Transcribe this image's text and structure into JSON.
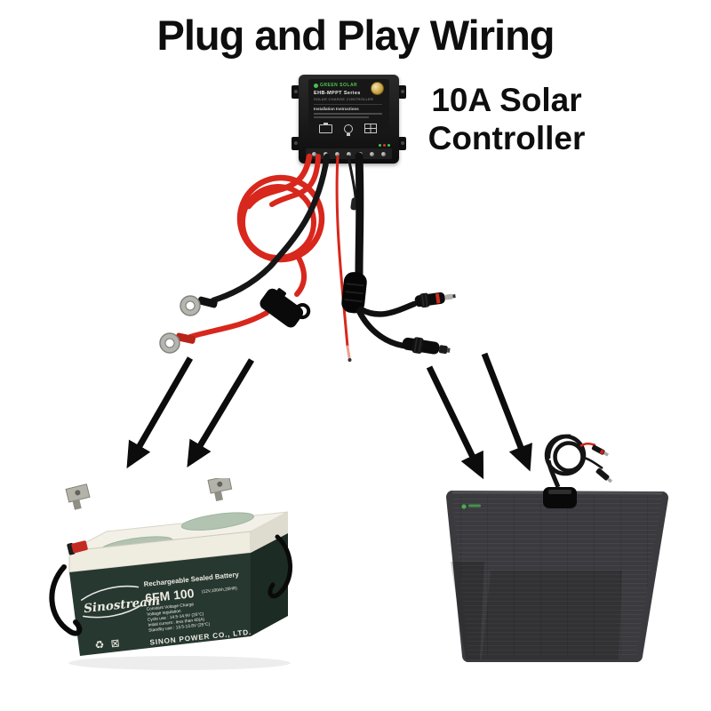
{
  "title": "Plug and Play Wiring",
  "controller": {
    "heading": "10A Solar Controller",
    "brand": "GREEN SOLAR",
    "model": "EHB-MPPT Series",
    "subtitle": "SOLAR CHARGE CONTROLLER",
    "instructions": "Installation Instructions"
  },
  "battery": {
    "brand": "Sinostream",
    "heading": "Rechargeable Sealed Battery",
    "model": "6FM 100",
    "model_detail": "(12V,100Ah,20HR)",
    "specs": [
      "Constant Voltage Charge",
      "Voltage regulation",
      "Cycle use : 14.5-14.9V (25°C)",
      "Initial current : less than 40(A)",
      "Standby use : 13.5-13.8V (25°C)"
    ],
    "company": "SINON POWER CO., LTD."
  },
  "icons": {
    "recycle": "♻",
    "no_trash": "⊠"
  },
  "colors": {
    "wire_red": "#d8271c",
    "wire_black": "#141414",
    "battery_green": "#263830",
    "panel_gray": "#3b3b3f",
    "brand_green": "#4fc455",
    "badge_gold": "#c7a243",
    "arrow_black": "#0c0c0c"
  }
}
